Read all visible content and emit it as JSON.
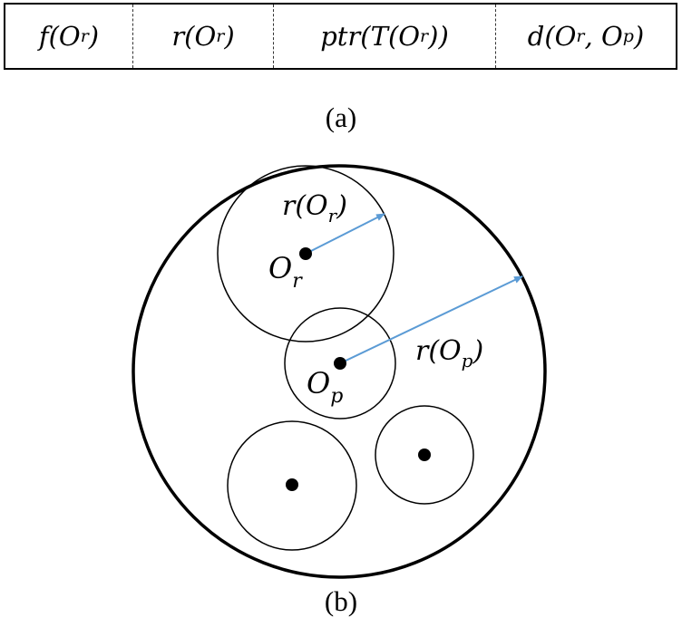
{
  "table": {
    "cells": [
      {
        "main": "f(O",
        "sub": "r",
        "tail": ")"
      },
      {
        "main": "r(O",
        "sub": "r",
        "tail": ")"
      },
      {
        "main": "ptr(T(O",
        "sub": "r",
        "tail": "))"
      },
      {
        "main": "d(O",
        "sub": "r",
        "mid": ", O",
        "sub2": "p",
        "tail": ")"
      }
    ]
  },
  "captions": {
    "a": "(a)",
    "b": "(b)"
  },
  "diagram": {
    "radius_label_r": {
      "main": "r(O",
      "sub": "r",
      "tail": ")"
    },
    "center_label_r": {
      "main": "O",
      "sub": "r"
    },
    "radius_label_p": {
      "main": "r(O",
      "sub": "p",
      "tail": ")"
    },
    "center_label_p": {
      "main": "O",
      "sub": "p"
    },
    "arrow_color": "#5B9BD5"
  }
}
